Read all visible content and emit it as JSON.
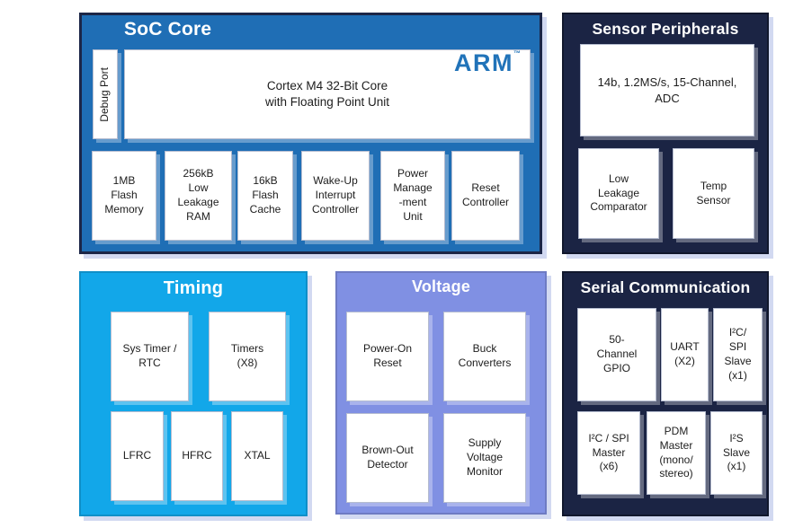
{
  "soc_core": {
    "title": "SoC Core",
    "debug_port_label": "Debug Port",
    "arm_logo": "ARM",
    "arm_trademark": "™",
    "cpu_label": "Cortex M4 32-Bit Core\nwith Floating Point Unit",
    "modules": [
      "1MB\nFlash\nMemory",
      "256kB\nLow\nLeakage\nRAM",
      "16kB\nFlash\nCache",
      "Wake-Up\nInterrupt\nController",
      "Power\nManage\n-ment\nUnit",
      "Reset\nController"
    ]
  },
  "sensor_peripherals": {
    "title": "Sensor Peripherals",
    "adc_label": "14b, 1.2MS/s, 15-Channel,\nADC",
    "modules": [
      "Low\nLeakage\nComparator",
      "Temp\nSensor"
    ]
  },
  "timing": {
    "title": "Timing",
    "modules": [
      "Sys Timer /\nRTC",
      "Timers\n(X8)",
      "LFRC",
      "HFRC",
      "XTAL"
    ]
  },
  "voltage": {
    "title": "Voltage",
    "modules": [
      "Power-On\nReset",
      "Buck\nConverters",
      "Brown-Out\nDetector",
      "Supply\nVoltage\nMonitor"
    ]
  },
  "serial_communication": {
    "title": "Serial Communication",
    "modules": [
      "50-\nChannel\nGPIO",
      "UART\n(X2)",
      "I²C/\nSPI\nSlave\n(x1)",
      "I²C / SPI\nMaster\n(x6)",
      "PDM\nMaster\n(mono/\nstereo)",
      "I²S\nSlave\n(x1)"
    ]
  },
  "colors": {
    "soc_core_fill": "#1f6eb5",
    "dark_navy_fill": "#1b2444",
    "timing_fill": "#12a7e9",
    "voltage_fill": "#8090e3",
    "arm_blue": "#2173b9",
    "box_fill": "#ffffff",
    "box_text": "#1d1d1d",
    "title_text": "#ffffff"
  }
}
